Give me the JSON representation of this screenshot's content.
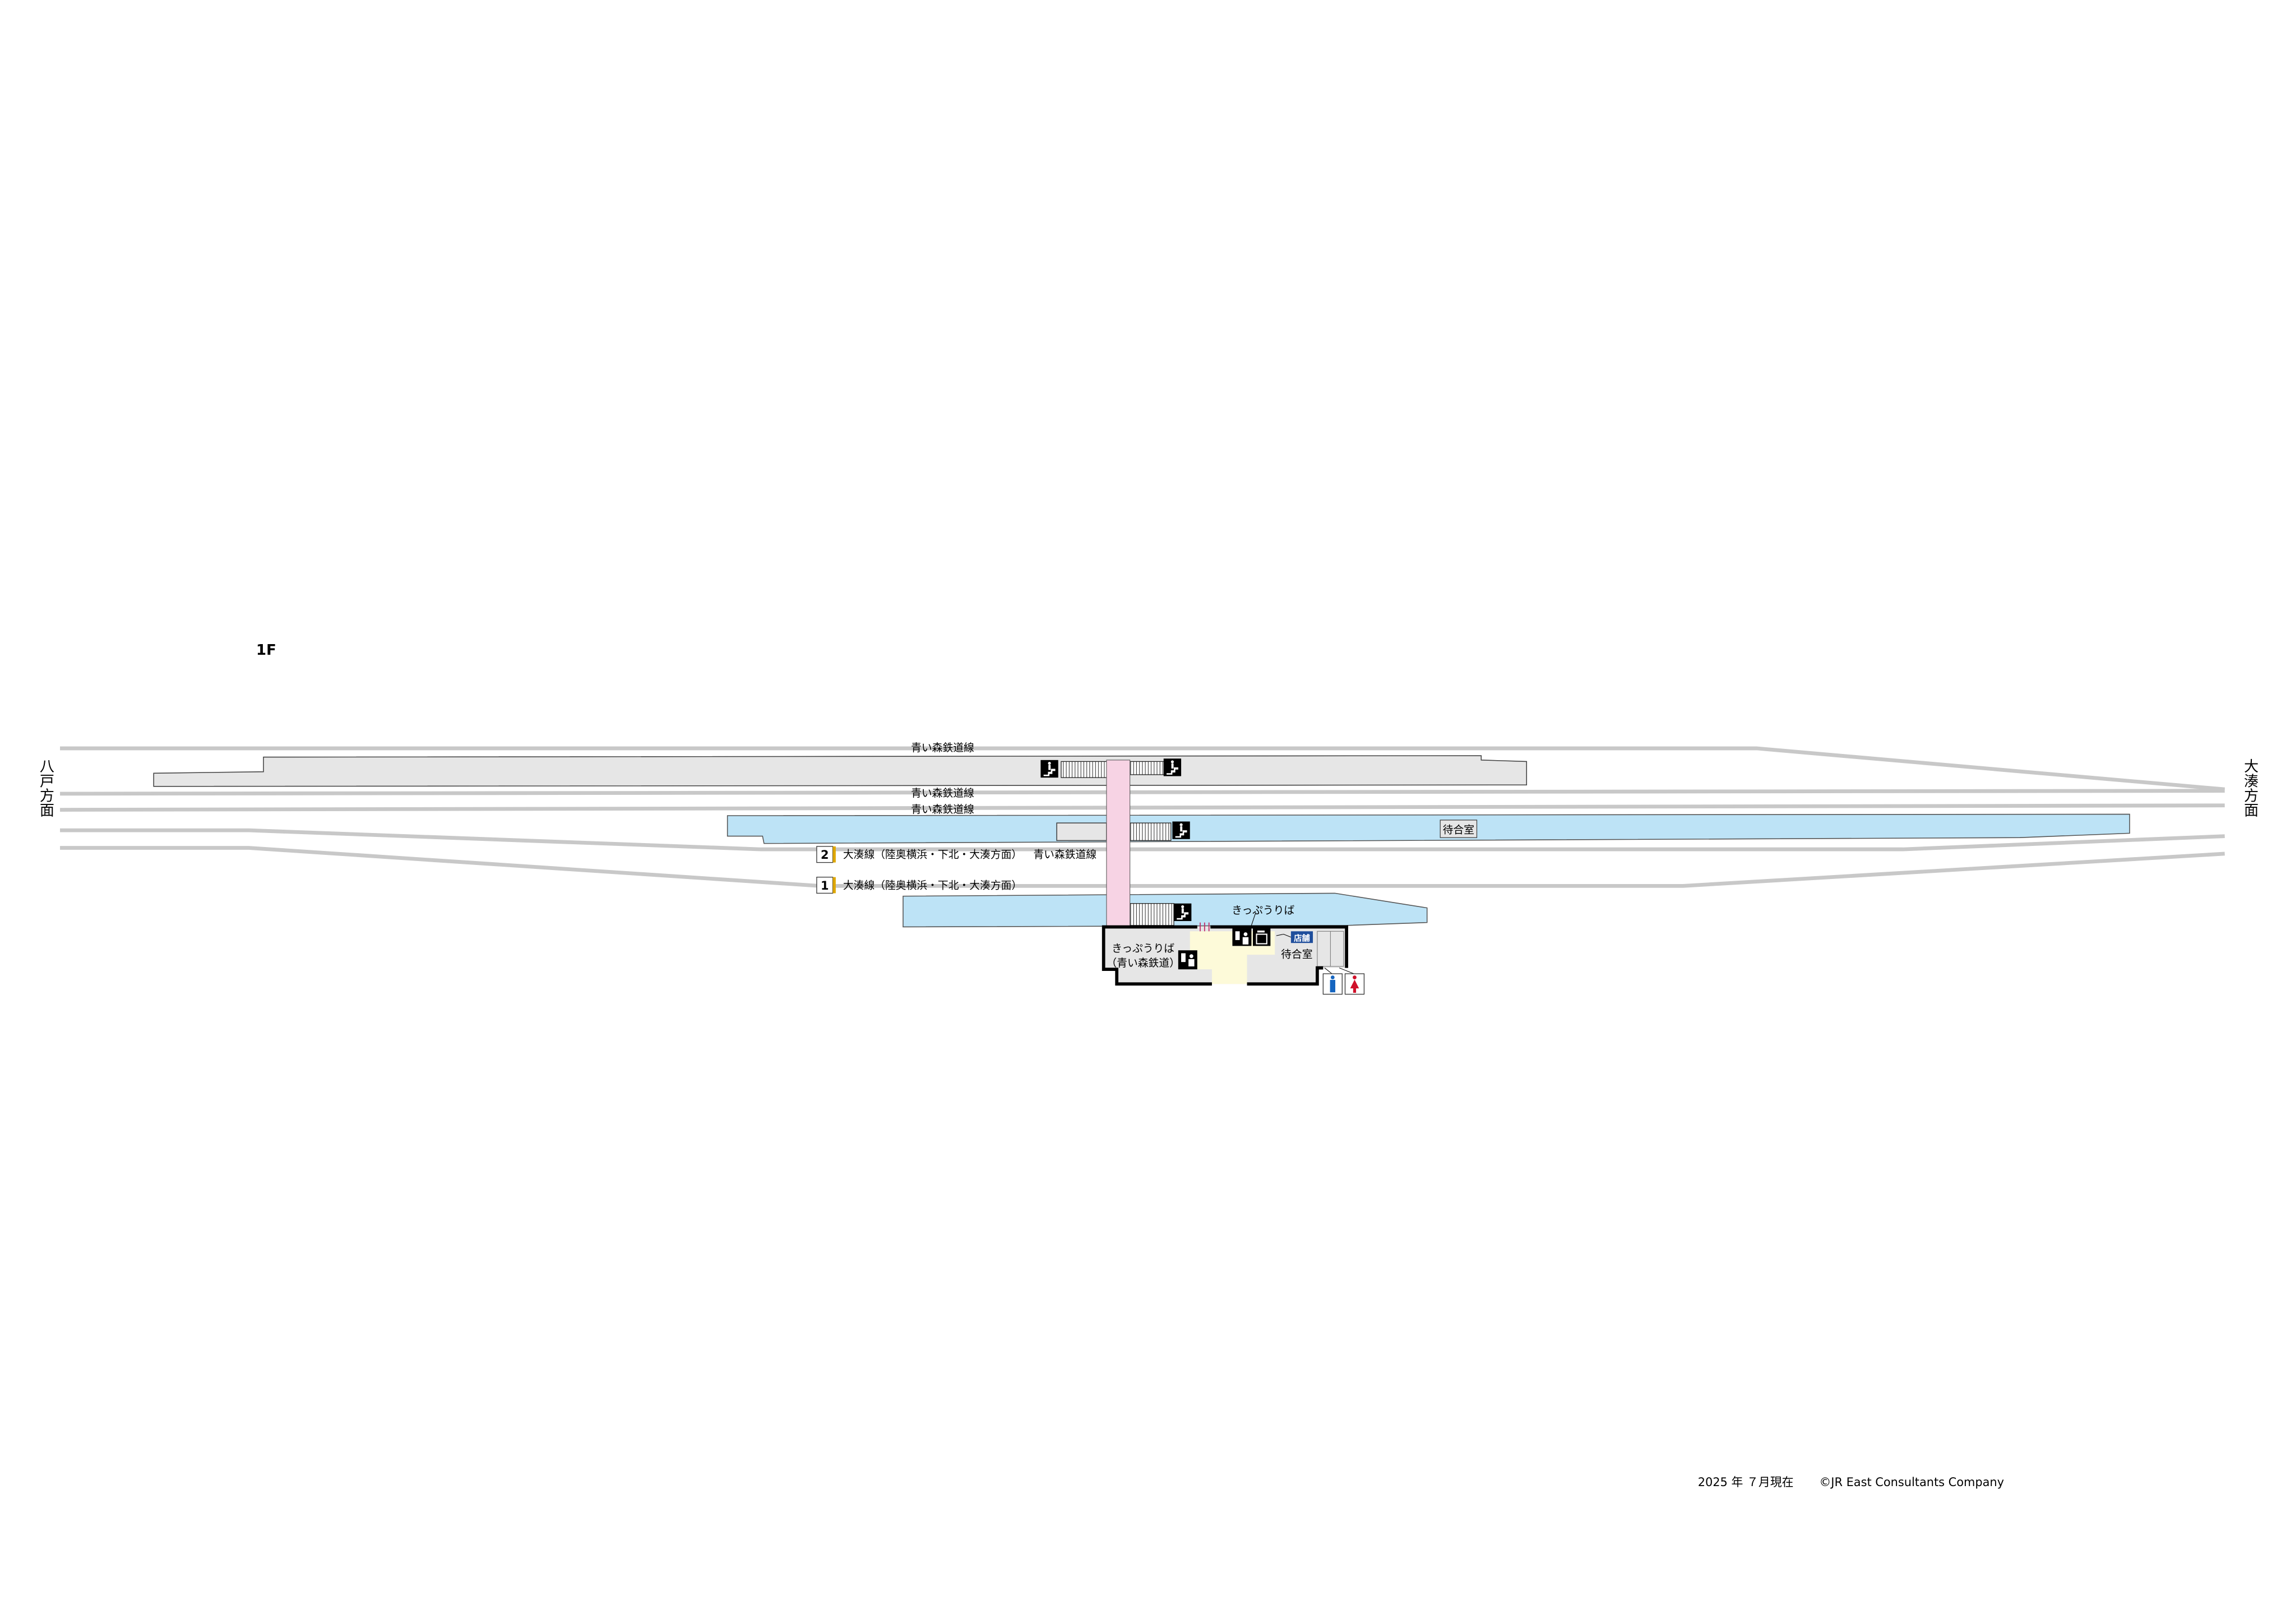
{
  "floor_label": "1F",
  "directions": {
    "left": "八戸方面",
    "right": "大湊方面"
  },
  "tracks": {
    "top": "青い森鉄道線",
    "second": "青い森鉄道線",
    "third": "青い森鉄道線",
    "platform2": {
      "number": "2",
      "line": "大湊線（陸奥横浜・下北・大湊方面）",
      "extra": "青い森鉄道線"
    },
    "platform1": {
      "number": "1",
      "line": "大湊線（陸奥横浜・下北・大湊方面）"
    }
  },
  "rooms": {
    "waiting_room_platform": "待合室",
    "ticket_office_platform": "きっぷうりば",
    "ticket_office_aoimori_1": "きっぷうりば",
    "ticket_office_aoimori_2": "（青い森鉄道）",
    "waiting_room_station": "待合室",
    "shop": "店舗"
  },
  "icons": [
    "escalator-icon",
    "ticket-machine-icon",
    "locker-icon",
    "toilet-men-icon",
    "toilet-women-icon"
  ],
  "colors": {
    "platform": "#bde3f6",
    "bridge": "#f7d3e4",
    "concourse": "#fdfad9",
    "shop_badge": "#1f4e9c",
    "track": "#c8c8c8"
  },
  "footer": {
    "date": "2025 年 ７月現在",
    "copyright": "©JR East Consultants Company"
  }
}
